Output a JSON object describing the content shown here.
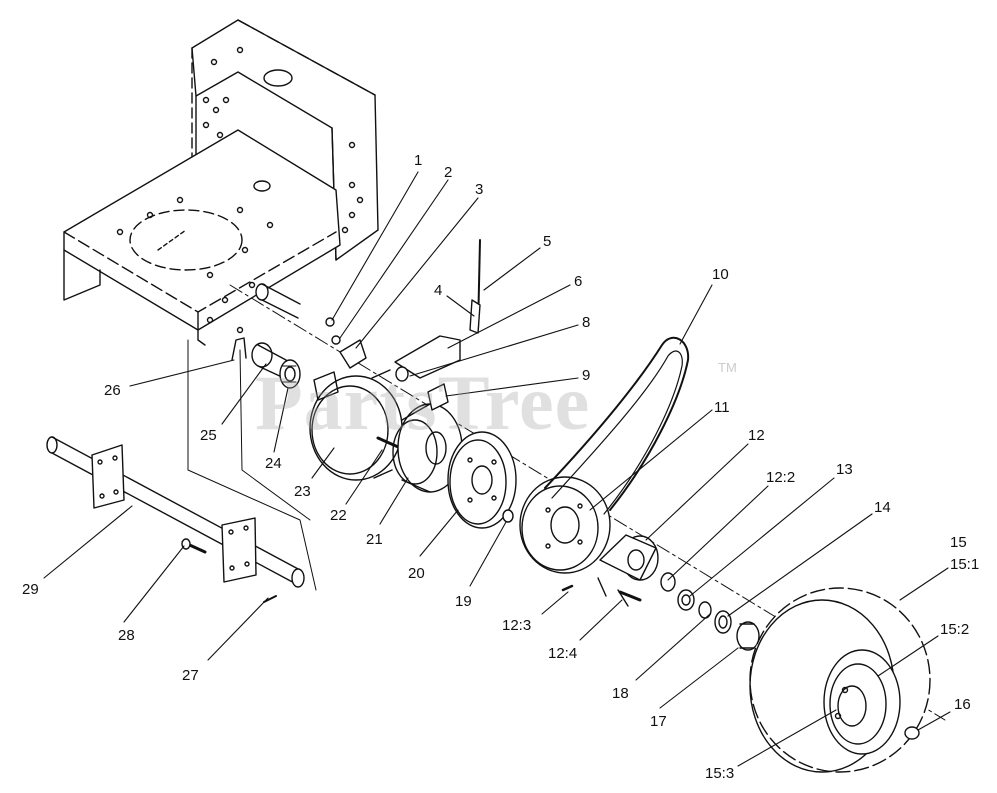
{
  "watermark": {
    "text": "PartsTree",
    "tm": "TM"
  },
  "callouts": [
    "1",
    "2",
    "3",
    "4",
    "5",
    "6",
    "8",
    "9",
    "10",
    "11",
    "12",
    "12:2",
    "13",
    "14",
    "15",
    "15:1",
    "15:2",
    "16",
    "26",
    "25",
    "24",
    "23",
    "22",
    "21",
    "20",
    "19",
    "12:3",
    "12:4",
    "18",
    "17",
    "15:3",
    "29",
    "28",
    "27"
  ]
}
